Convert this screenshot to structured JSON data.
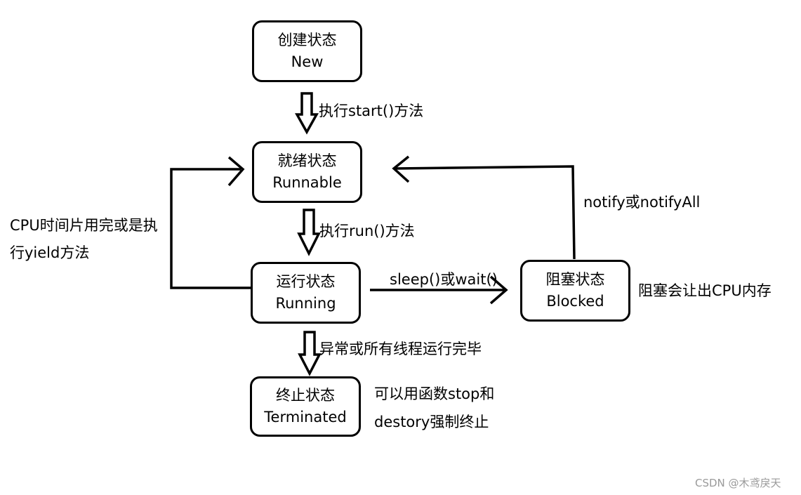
{
  "states": {
    "new": {
      "cn": "创建状态",
      "en": "New"
    },
    "runnable": {
      "cn": "就绪状态",
      "en": "Runnable"
    },
    "running": {
      "cn": "运行状态",
      "en": "Running"
    },
    "blocked": {
      "cn": "阻塞状态",
      "en": "Blocked"
    },
    "terminated": {
      "cn": "终止状态",
      "en": "Terminated"
    }
  },
  "labels": {
    "start": "执行start()方法",
    "run": "执行run()方法",
    "cpu_yield_line1": "CPU时间片用完或是执",
    "cpu_yield_line2": "行yield方法",
    "sleep_wait": "sleep()或wait()",
    "notify": "notify或notifyAll",
    "blocked_note": "阻塞会让出CPU内存",
    "finish": "异常或所有线程运行完毕",
    "stop_line1": "可以用函数stop和",
    "stop_line2": "destory强制终止"
  },
  "watermark": "CSDN @木鸢戾天"
}
